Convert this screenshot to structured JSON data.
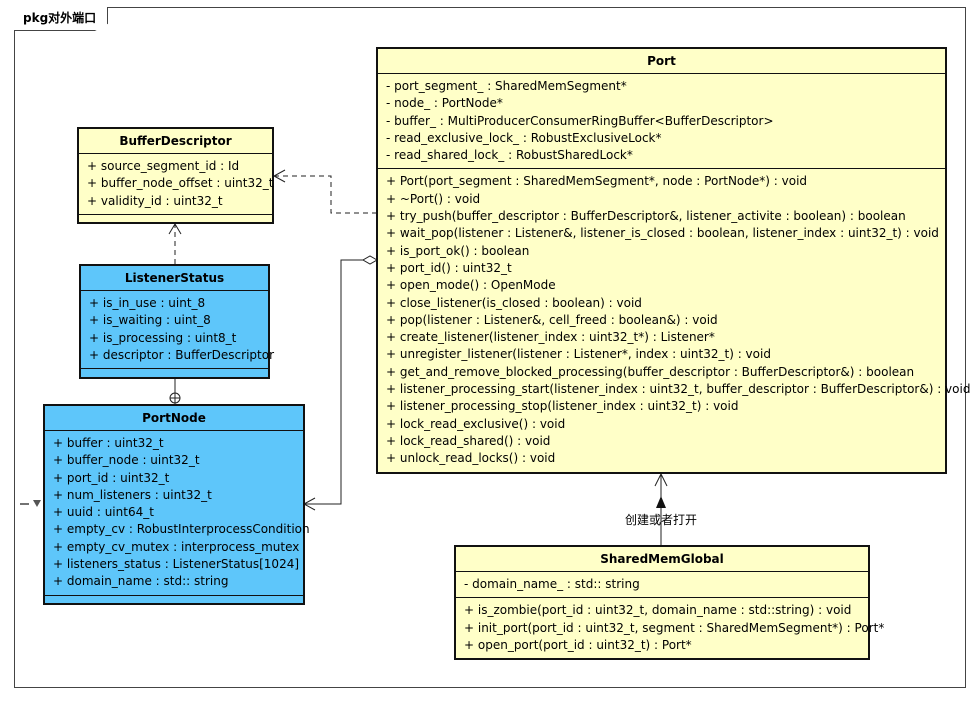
{
  "package": {
    "title": "pkg对外端口"
  },
  "classes": {
    "port": {
      "name": "Port",
      "attributes": [
        "- port_segment_ : SharedMemSegment*",
        "- node_ : PortNode*",
        "- buffer_ : MultiProducerConsumerRingBuffer<BufferDescriptor>",
        "- read_exclusive_lock_ : RobustExclusiveLock*",
        "- read_shared_lock_ : RobustSharedLock*"
      ],
      "operations": [
        "+ Port(port_segment : SharedMemSegment*, node : PortNode*) : void",
        "+ ~Port() : void",
        "+ try_push(buffer_descriptor : BufferDescriptor&, listener_activite : boolean) : boolean",
        "+ wait_pop(listener : Listener&, listener_is_closed : boolean, listener_index : uint32_t) : void",
        "+ is_port_ok() : boolean",
        "+ port_id() : uint32_t",
        "+ open_mode() : OpenMode",
        "+ close_listener(is_closed : boolean) : void",
        "+ pop(listener : Listener&, cell_freed : boolean&) : void",
        "+ create_listener(listener_index : uint32_t*) : Listener*",
        "+ unregister_listener(listener : Listener*, index : uint32_t) : void",
        "+ get_and_remove_blocked_processing(buffer_descriptor : BufferDescriptor&) : boolean",
        "+ listener_processing_start(listener_index : uint32_t, buffer_descriptor : BufferDescriptor&) : void",
        "+ listener_processing_stop(listener_index : uint32_t) : void",
        "+ lock_read_exclusive() : void",
        "+ lock_read_shared() : void",
        "+ unlock_read_locks() : void"
      ]
    },
    "buffer_descriptor": {
      "name": "BufferDescriptor",
      "attributes": [
        "+ source_segment_id : Id",
        "+ buffer_node_offset : uint32_t",
        "+ validity_id : uint32_t"
      ]
    },
    "listener_status": {
      "name": "ListenerStatus",
      "attributes": [
        "+ is_in_use : uint_8",
        "+ is_waiting : uint_8",
        "+ is_processing : uint8_t",
        "+ descriptor : BufferDescriptor"
      ]
    },
    "port_node": {
      "name": "PortNode",
      "attributes": [
        "+ buffer : uint32_t",
        "+ buffer_node : uint32_t",
        "+ port_id : uint32_t",
        "+ num_listeners : uint32_t",
        "+ uuid : uint64_t",
        "+ empty_cv : RobustInterprocessCondition",
        "+ empty_cv_mutex : interprocess_mutex",
        "+ listeners_status : ListenerStatus[1024]",
        "+ domain_name : std:: string"
      ]
    },
    "shared_mem_global": {
      "name": "SharedMemGlobal",
      "attributes": [
        "- domain_name_ : std:: string"
      ],
      "operations": [
        "+ is_zombie(port_id : uint32_t, domain_name : std::string) : void",
        "+ init_port(port_id : uint32_t, segment : SharedMemSegment*) : Port*",
        "+ open_port(port_id : uint32_t) : Port*"
      ]
    }
  },
  "relations": {
    "create_or_open_label": "创建或者打开"
  },
  "colors": {
    "class_yellow": "#ffffc8",
    "class_blue": "#5ec6fa",
    "orange_dot": "#f5a623",
    "green_mark": "#2e9d4a"
  }
}
